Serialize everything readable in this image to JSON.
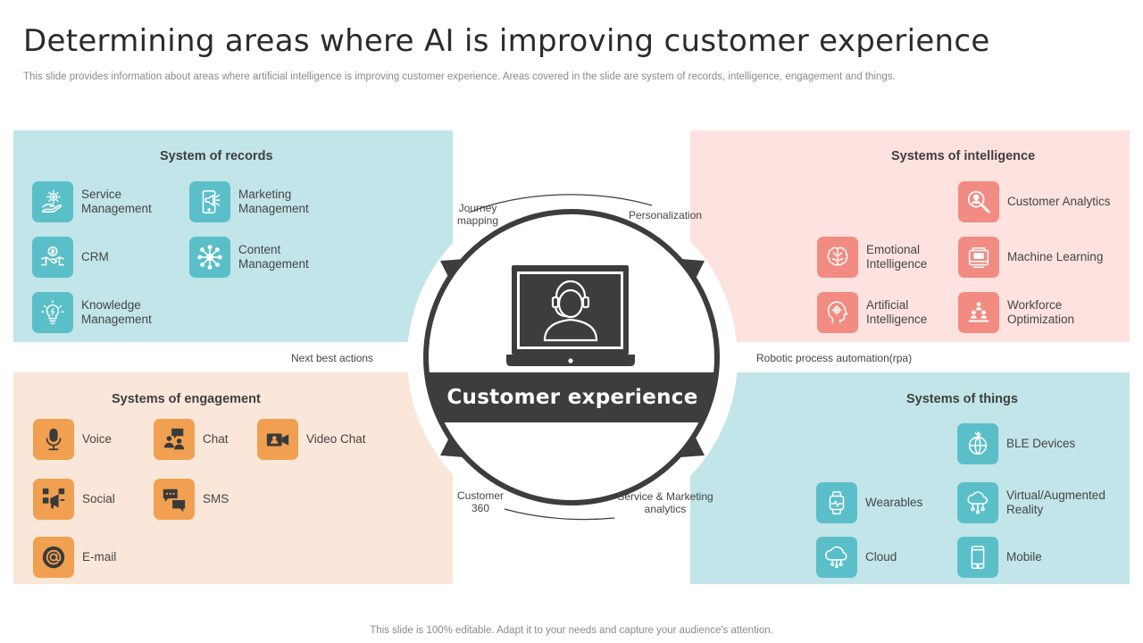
{
  "title": "Determining areas where AI is improving customer experience",
  "subtitle": "This slide provides information about areas where artificial intelligence is improving customer experience. Areas covered in the slide are system of records, intelligence, engagement and things.",
  "footer": "This slide is 100% editable. Adapt it to your needs and capture your audience's attention.",
  "colors": {
    "teal": "#5bbfc9",
    "coral": "#f28b82",
    "orange": "#f0a050",
    "dark": "#3d3d3d",
    "records_bg": "#c1e5e9",
    "intel_bg": "#fde2df",
    "engage_bg": "#fbe6da",
    "things_bg": "#c1e5e9"
  },
  "center": {
    "label": "Customer experience",
    "icon": "customer-support-laptop-icon",
    "connectors": {
      "journey": "Journey mapping",
      "personalization": "Personalization",
      "next_best": "Next best actions",
      "rpa": "Robotic process automation(rpa)",
      "customer360": "Customer 360",
      "service_marketing": "Service & Marketing analytics"
    }
  },
  "records": {
    "title": "System of  records",
    "items": [
      {
        "label": "Service Management",
        "icon": "hand-gear-icon"
      },
      {
        "label": "Marketing Management",
        "icon": "phone-megaphone-icon"
      },
      {
        "label": "CRM",
        "icon": "handshake-icon"
      },
      {
        "label": "Content Management",
        "icon": "network-hub-icon"
      },
      {
        "label": "Knowledge Management",
        "icon": "lightbulb-icon"
      }
    ]
  },
  "intelligence": {
    "title": "Systems of intelligence",
    "items": [
      {
        "label": "Customer Analytics",
        "icon": "magnifier-user-icon"
      },
      {
        "label": "Emotional Intelligence",
        "icon": "brain-icon"
      },
      {
        "label": "Machine Learning",
        "icon": "machine-icon"
      },
      {
        "label": "Artificial Intelligence",
        "icon": "head-gear-icon"
      },
      {
        "label": "Workforce Optimization",
        "icon": "people-pyramid-icon"
      }
    ]
  },
  "engagement": {
    "title": "Systems of engagement",
    "items": [
      {
        "label": "Voice",
        "icon": "microphone-icon"
      },
      {
        "label": "Chat",
        "icon": "chat-people-icon"
      },
      {
        "label": "Video Chat",
        "icon": "video-camera-icon"
      },
      {
        "label": "Social",
        "icon": "social-megaphone-icon"
      },
      {
        "label": "SMS",
        "icon": "sms-bubbles-icon"
      },
      {
        "label": "E-mail",
        "icon": "at-sign-icon"
      }
    ]
  },
  "things": {
    "title": "Systems of things",
    "items": [
      {
        "label": "BLE Devices",
        "icon": "bluetooth-globe-icon"
      },
      {
        "label": "Wearables",
        "icon": "smartwatch-icon"
      },
      {
        "label": "Virtual/Augmented Reality",
        "icon": "cloud-network-icon"
      },
      {
        "label": "Cloud",
        "icon": "cloud-icon"
      },
      {
        "label": "Mobile",
        "icon": "mobile-phone-icon"
      }
    ]
  }
}
